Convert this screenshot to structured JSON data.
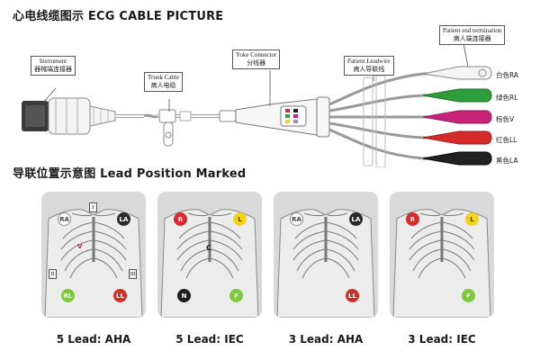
{
  "headings": {
    "top": "心电线缆图示 ECG CABLE PICTURE",
    "bottom": "导联位置示意图 Lead Position Marked"
  },
  "callouts": {
    "instrument": {
      "line1": "Instrument",
      "line2": "器械端连接器"
    },
    "trunk": {
      "line1": "Trunk Cable",
      "line2": "病人电缆"
    },
    "yoke": {
      "line1": "Yoke Connector",
      "line2": "分线器"
    },
    "leadwire": {
      "line1": "Patient Leadwire",
      "line2": "病人导联线"
    },
    "termination": {
      "line1": "Patient end termination",
      "line2": "病人端连接器"
    }
  },
  "leads": [
    {
      "label": "白色RA",
      "color": "#ffffff"
    },
    {
      "label": "绿色RL",
      "color": "#2e9e3a"
    },
    {
      "label": "棕色V",
      "color": "#c8237a"
    },
    {
      "label": "红色LL",
      "color": "#d62b2b"
    },
    {
      "label": "黑色LA",
      "color": "#222222"
    }
  ],
  "panels": [
    {
      "caption": "5 Lead: AHA",
      "box_labels": [
        "I",
        "II",
        "III"
      ],
      "electrodes": {
        "ra": {
          "label": "RA",
          "fill": "#ffffff",
          "text": "#444444"
        },
        "la": {
          "label": "LA",
          "fill": "#2b2b2b",
          "text": "#ffffff"
        },
        "rl": {
          "label": "RL",
          "fill": "#7ec83c",
          "text": "#ffffff"
        },
        "ll": {
          "label": "LL",
          "fill": "#d62b2b",
          "text": "#ffffff"
        }
      },
      "chest_mark": "V"
    },
    {
      "caption": "5 Lead: IEC",
      "electrodes": {
        "ra": {
          "label": "R",
          "fill": "#d62b2b",
          "text": "#ffffff"
        },
        "la": {
          "label": "L",
          "fill": "#f2d21b",
          "text": "#333333"
        },
        "rl": {
          "label": "N",
          "fill": "#1e1e1e",
          "text": "#ffffff"
        },
        "ll": {
          "label": "F",
          "fill": "#7ec83c",
          "text": "#ffffff"
        }
      },
      "chest_mark": "C"
    },
    {
      "caption": "3 Lead: AHA",
      "electrodes": {
        "ra": {
          "label": "RA",
          "fill": "#ffffff",
          "text": "#444444"
        },
        "la": {
          "label": "LA",
          "fill": "#2b2b2b",
          "text": "#ffffff"
        },
        "ll": {
          "label": "LL",
          "fill": "#d62b2b",
          "text": "#ffffff"
        }
      }
    },
    {
      "caption": "3 Lead: IEC",
      "electrodes": {
        "ra": {
          "label": "R",
          "fill": "#d62b2b",
          "text": "#ffffff"
        },
        "la": {
          "label": "L",
          "fill": "#f2d21b",
          "text": "#333333"
        },
        "ll": {
          "label": "F",
          "fill": "#7ec83c",
          "text": "#ffffff"
        }
      }
    }
  ]
}
